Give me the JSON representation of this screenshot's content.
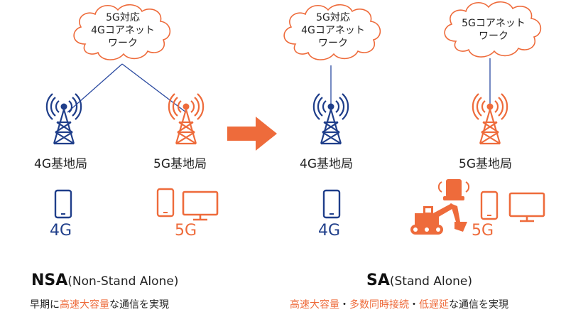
{
  "colors": {
    "blue": "#1f3e8a",
    "orange": "#ee6b3b",
    "cloud_stroke": "#ee6b3b",
    "line": "#2b4aa0"
  },
  "nsa": {
    "cloud_lines": [
      "5G対応",
      "4Gコアネット",
      "ワーク"
    ],
    "station_4g_label": "4G基地局",
    "station_5g_label": "5G基地局",
    "gen_4g": "4G",
    "gen_5g": "5G",
    "caption_main": "NSA",
    "caption_paren": "(Non-Stand Alone)",
    "caption_sub_prefix": "早期に",
    "caption_sub_highlight": "高速大容量",
    "caption_sub_suffix": "な通信を実現"
  },
  "sa": {
    "cloud_left_lines": [
      "5G対応",
      "4Gコアネット",
      "ワーク"
    ],
    "cloud_right_lines": [
      "5Gコアネット",
      "ワーク"
    ],
    "station_4g_label": "4G基地局",
    "station_5g_label": "5G基地局",
    "gen_4g": "4G",
    "gen_5g": "5G",
    "caption_main": "SA",
    "caption_paren": "(Stand Alone)",
    "caption_sub_h1": "高速大容量",
    "caption_sub_dot1": "・",
    "caption_sub_h2": "多数同時接続",
    "caption_sub_dot2": "・",
    "caption_sub_h3": "低遅延",
    "caption_sub_suffix": "な通信を実現"
  },
  "icons": {
    "tower": "cell-tower-icon",
    "phone": "smartphone-icon",
    "monitor": "monitor-icon",
    "excavator": "excavator-icon",
    "sensor": "iot-sensor-icon",
    "arrow": "right-arrow-icon"
  }
}
